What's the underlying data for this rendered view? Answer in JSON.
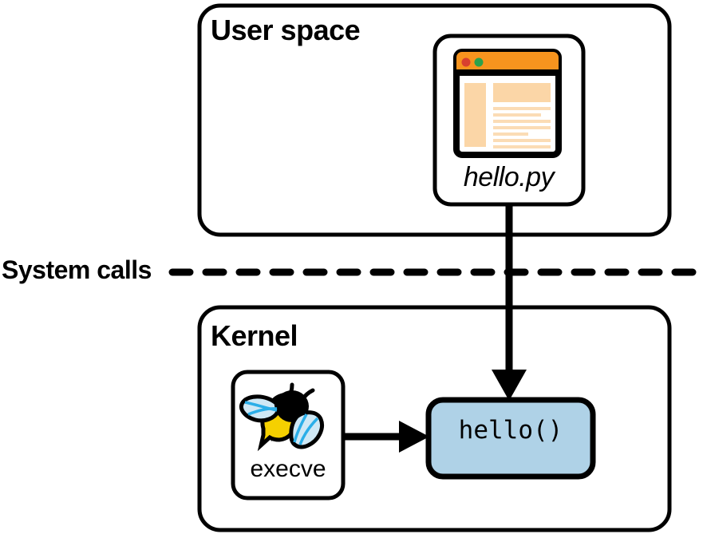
{
  "diagram": {
    "title_user_space": "User space",
    "title_kernel": "Kernel",
    "boundary_label": "System calls",
    "file_card": {
      "caption": "hello.py",
      "icon": "python-file-window-icon",
      "window_titlebar_color": "#F7941E",
      "window_dot_red": "#D8402F",
      "window_dot_green": "#2BA24C",
      "window_content_color": "#FBD6A7",
      "window_line_color": "#FCE0BF"
    },
    "execve_card": {
      "caption": "execve",
      "icon": "ebpf-bee-icon",
      "bee_body_color": "#F5D000",
      "bee_head_color": "#000000",
      "bee_wing_color": "#CFE8F5",
      "bee_wing_accent": "#2BAEE8"
    },
    "hello_node": {
      "label": "hello()",
      "fill_color": "#AFD2E7",
      "stroke_color": "#000000"
    },
    "arrows": [
      {
        "name": "hello-py-to-hello-fn",
        "from": "hello.py",
        "to": "hello()",
        "direction": "down"
      },
      {
        "name": "execve-to-hello-fn",
        "from": "execve",
        "to": "hello()",
        "direction": "right"
      }
    ],
    "colors": {
      "stroke": "#000000",
      "background": "#FFFFFF"
    }
  }
}
